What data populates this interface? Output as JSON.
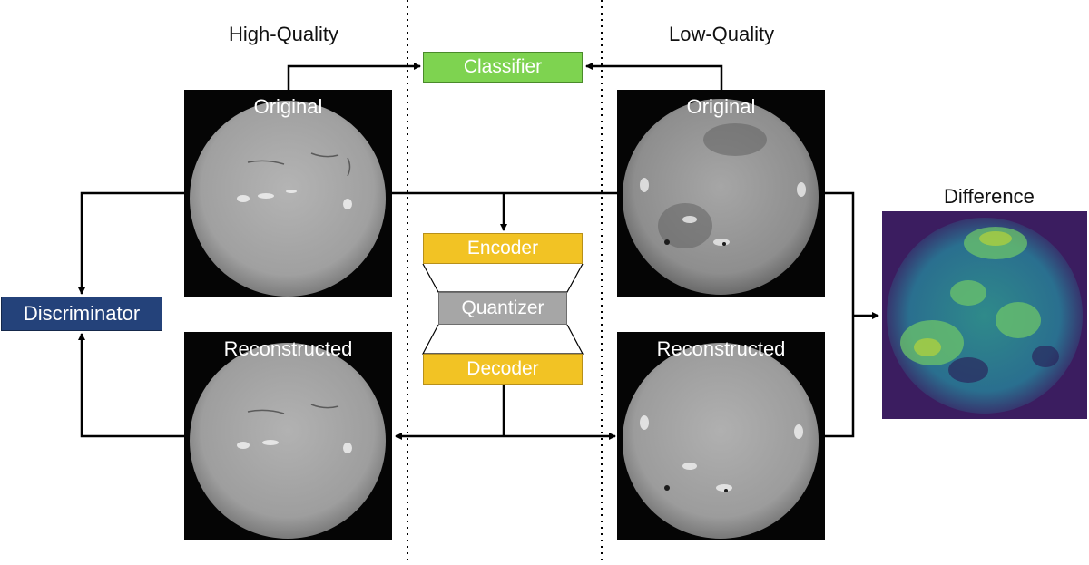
{
  "headings": {
    "high_quality": "High-Quality",
    "low_quality": "Low-Quality",
    "difference": "Difference"
  },
  "panels": {
    "hq_original": "Original",
    "hq_reconstructed": "Reconstructed",
    "lq_original": "Original",
    "lq_reconstructed": "Reconstructed"
  },
  "modules": {
    "classifier": "Classifier",
    "encoder": "Encoder",
    "quantizer": "Quantizer",
    "decoder": "Decoder",
    "discriminator": "Discriminator"
  },
  "colors": {
    "classifier": "#7ed350",
    "encoder_decoder": "#f2c324",
    "quantizer": "#a6a6a6",
    "discriminator": "#24427a",
    "solar_disk": "#a8a8a8",
    "difference_map_low": "#3b1d60",
    "difference_map_high": "#b5d33a"
  }
}
